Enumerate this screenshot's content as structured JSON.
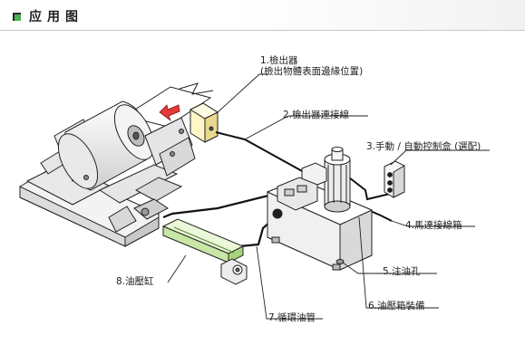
{
  "header": {
    "title": "应用图"
  },
  "diagram": {
    "labels": {
      "detector": "1.檢出器",
      "detector_note": "(檢出物體表面邊緣位置)",
      "detector_cable": "2.檢出器連接線",
      "control_box": "3.手動 / 自動控制盒 (選配)",
      "motor_box": "4.馬達接線箱",
      "oil_port": "5.注油孔",
      "hydraulic_unit": "6.油壓箱裝備",
      "return_pipe": "7.循環油管",
      "cylinder": "8.油壓缸"
    }
  }
}
